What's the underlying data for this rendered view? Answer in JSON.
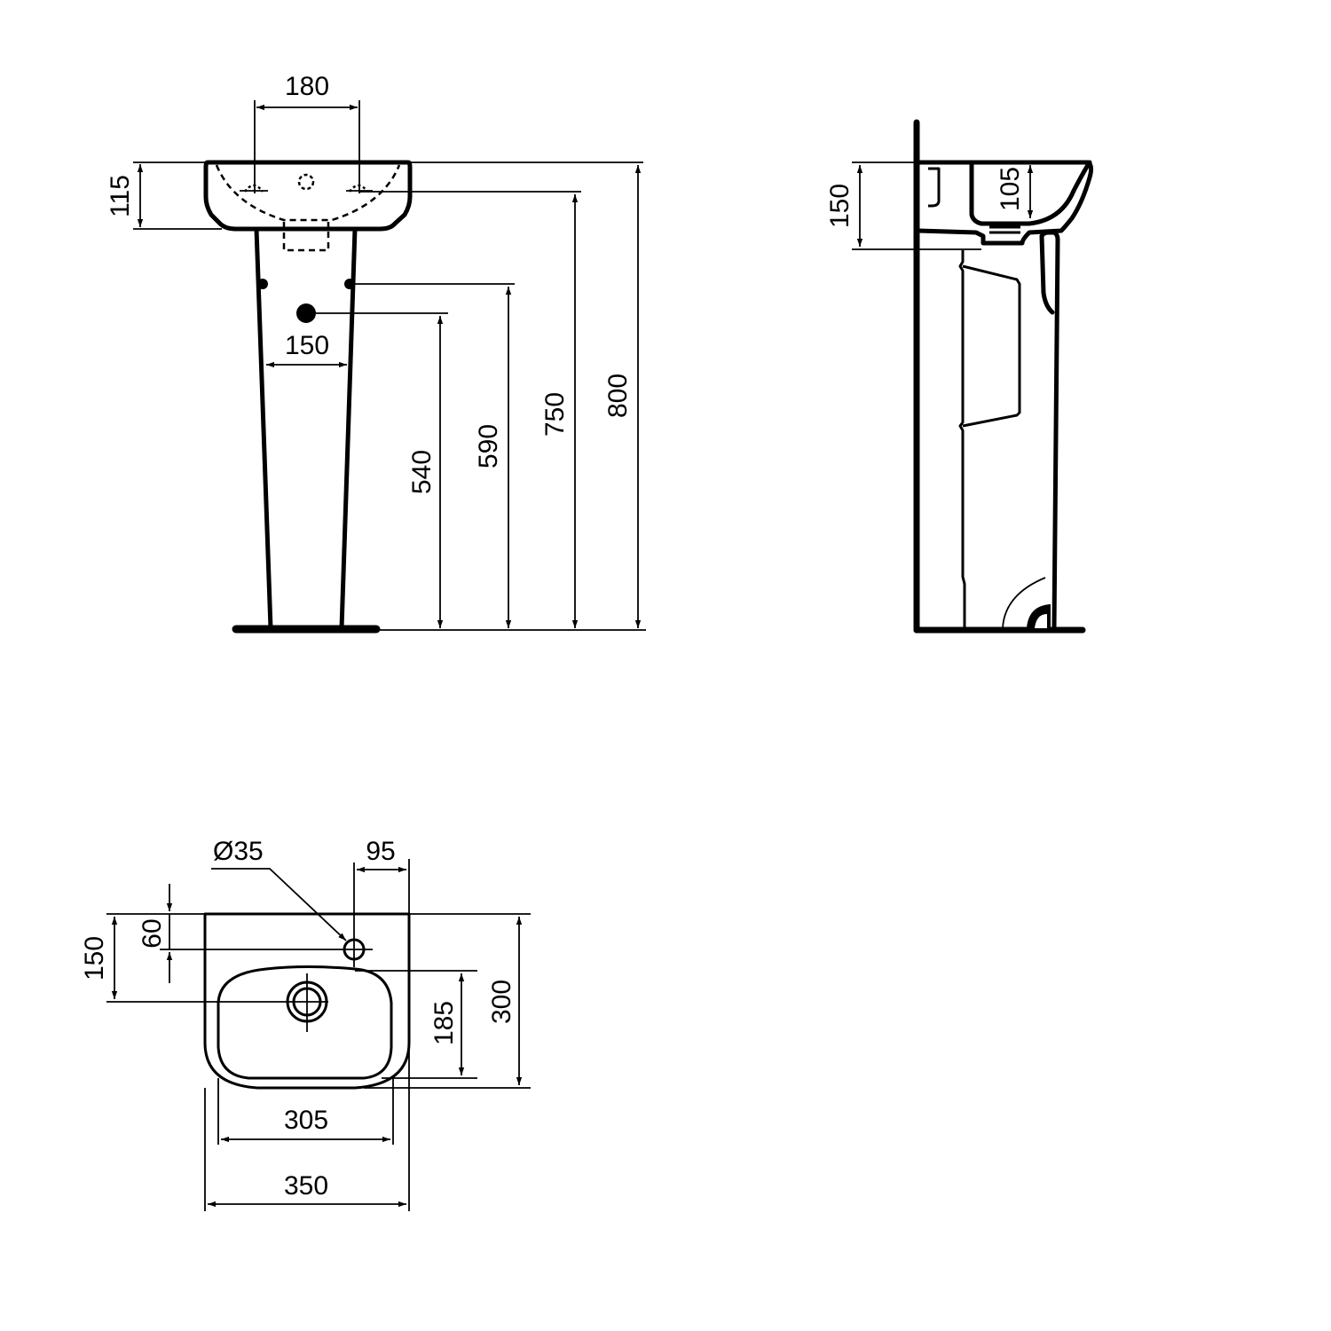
{
  "drawing": {
    "type": "technical dimension drawing",
    "subject": "pedestal washbasin",
    "units": "mm",
    "colors": {
      "line": "#000000",
      "background": "#ffffff"
    }
  },
  "front_view": {
    "dimensions": {
      "tap_hole_spacing": "180",
      "basin_height": "115",
      "pedestal_fixing_width": "150",
      "waste_outlet_height": "540",
      "pedestal_fixing_height": "590",
      "basin_inner_height": "750",
      "overall_height": "800"
    }
  },
  "side_view": {
    "dimensions": {
      "basin_depth_total": "150",
      "bowl_depth": "105"
    }
  },
  "top_view": {
    "dimensions": {
      "tap_hole_diameter": "Ø35",
      "tap_hole_offset_side": "95",
      "tap_hole_offset_back": "60",
      "waste_offset_back": "150",
      "bowl_depth_inner": "185",
      "overall_depth": "300",
      "bowl_width_inner": "305",
      "overall_width": "350"
    }
  }
}
